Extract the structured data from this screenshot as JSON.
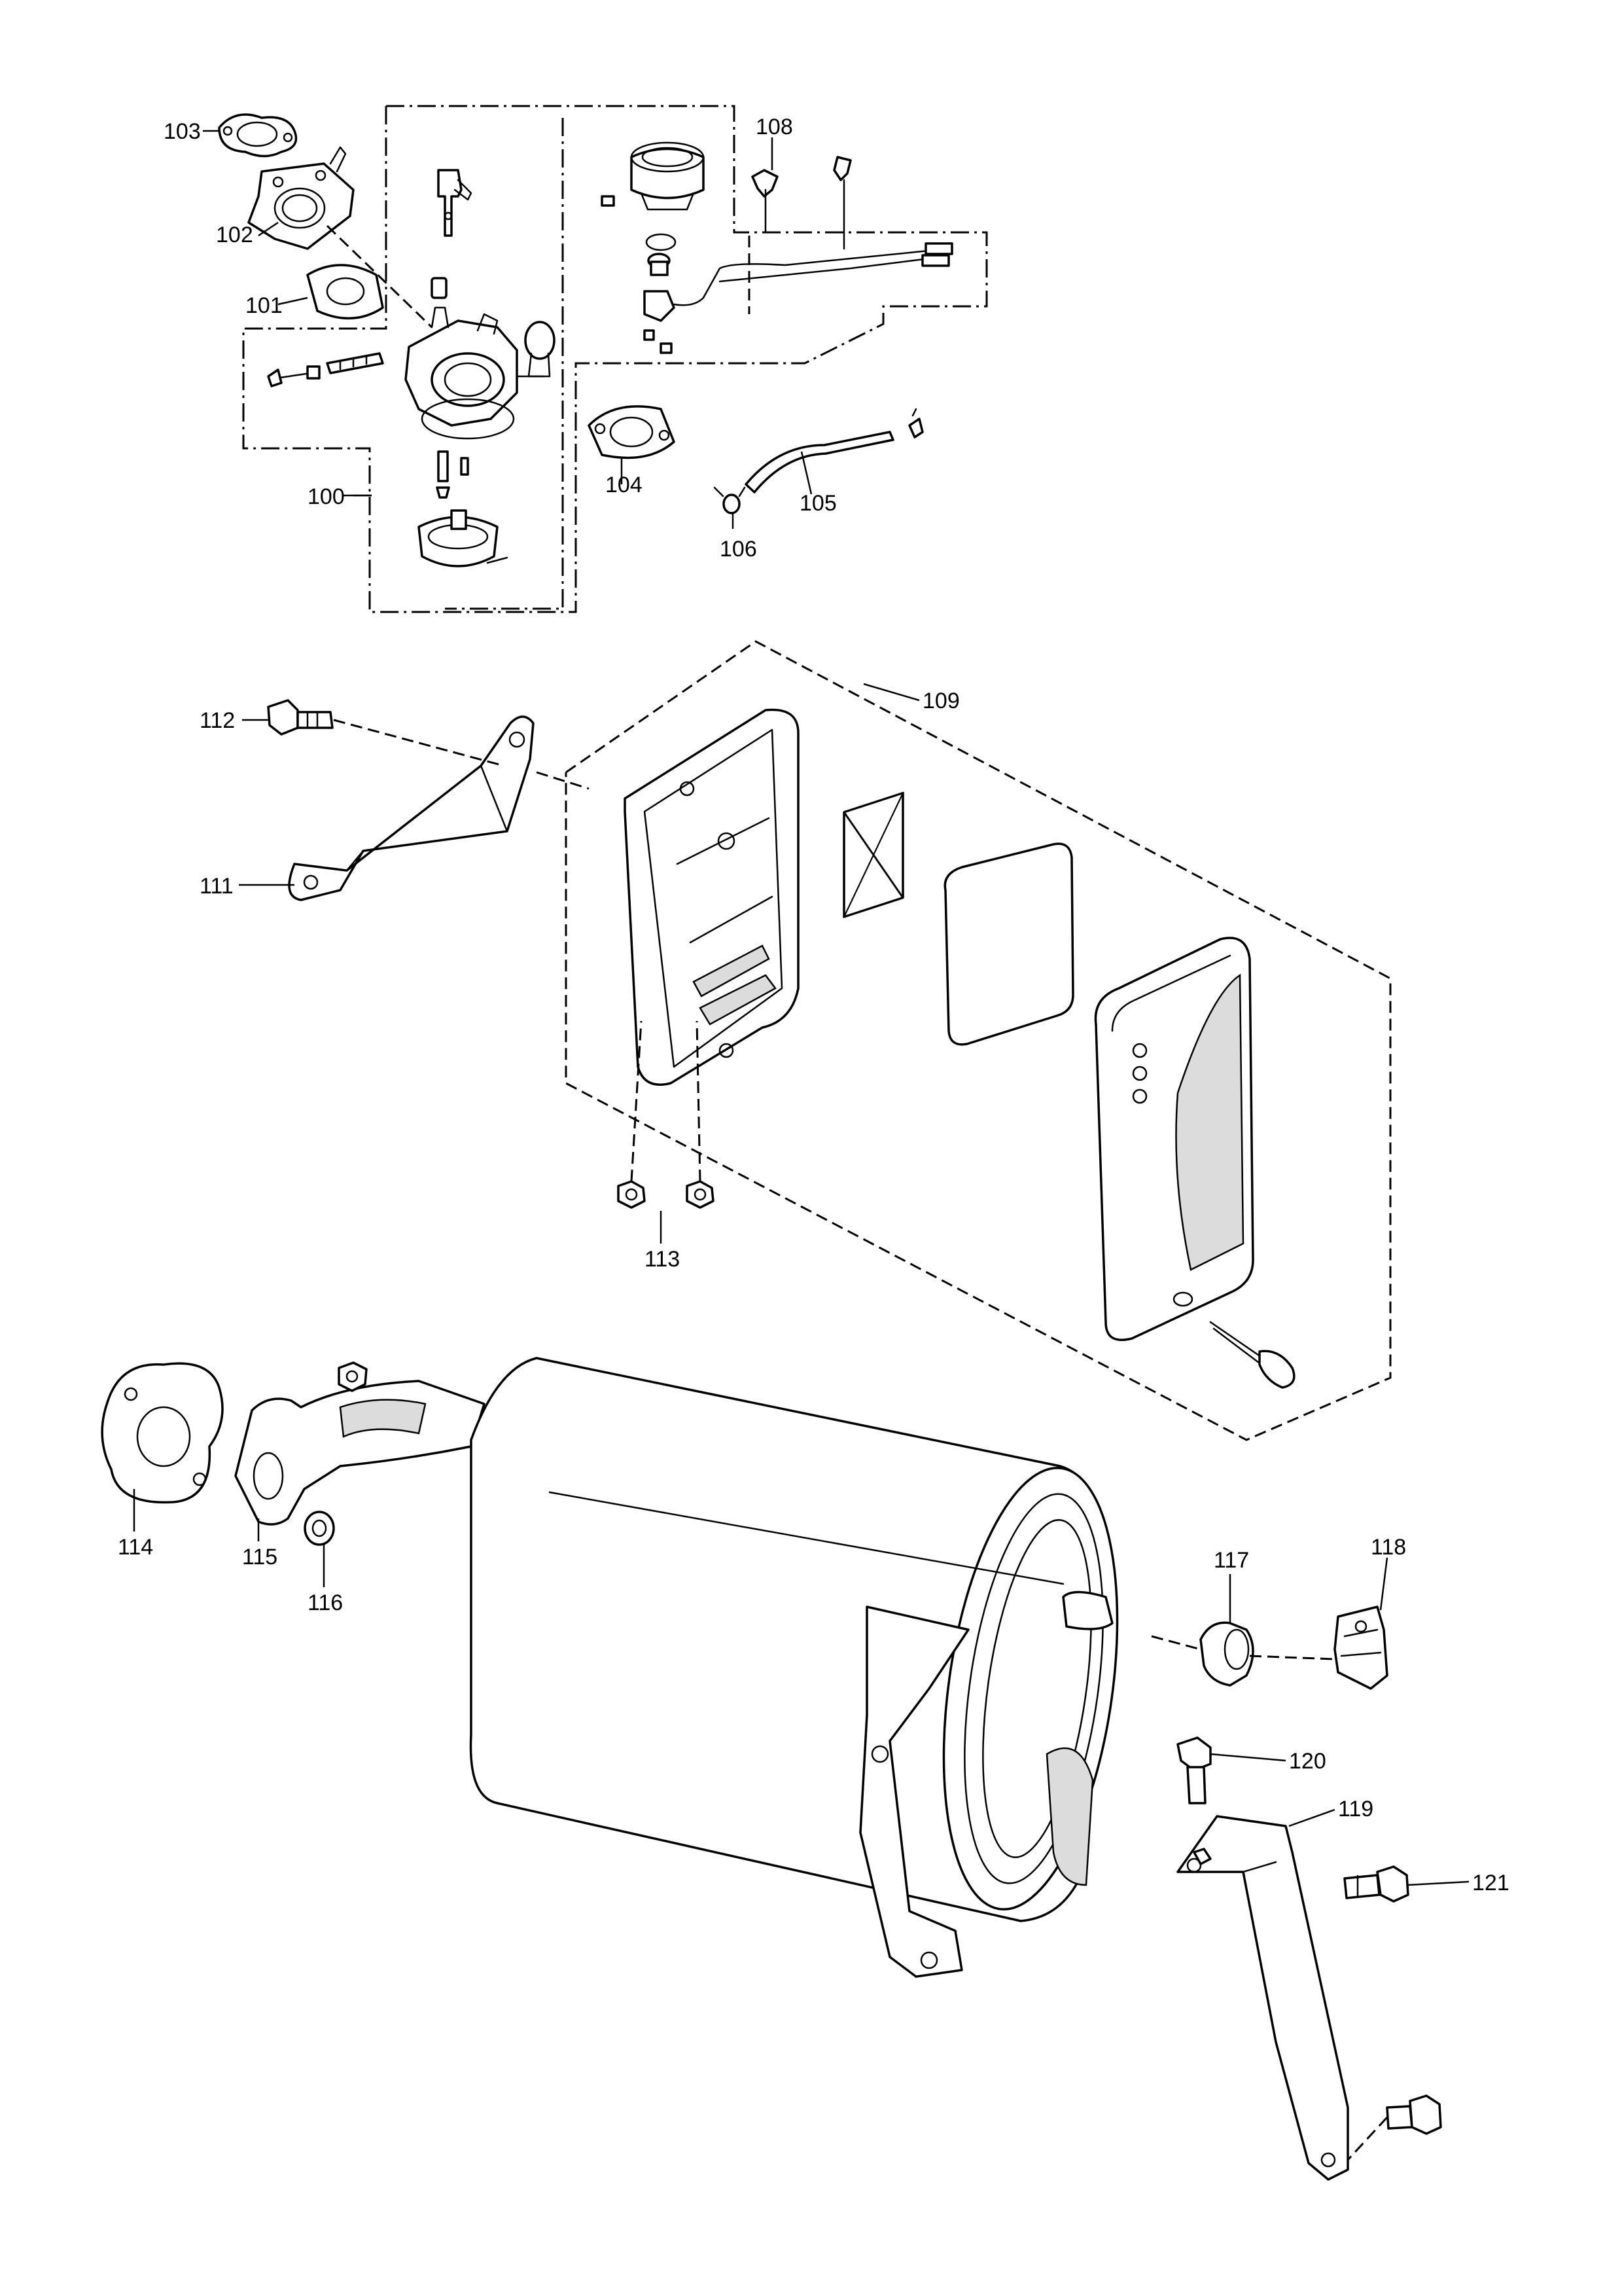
{
  "callouts": {
    "c100": "100",
    "c101": "101",
    "c102": "102",
    "c103": "103",
    "c104": "104",
    "c105": "105",
    "c106": "106",
    "c108": "108",
    "c109": "109",
    "c111": "111",
    "c112": "112",
    "c113": "113",
    "c114": "114",
    "c115": "115",
    "c116": "116",
    "c117": "117",
    "c118": "118",
    "c119": "119",
    "c120": "120",
    "c121": "121"
  }
}
